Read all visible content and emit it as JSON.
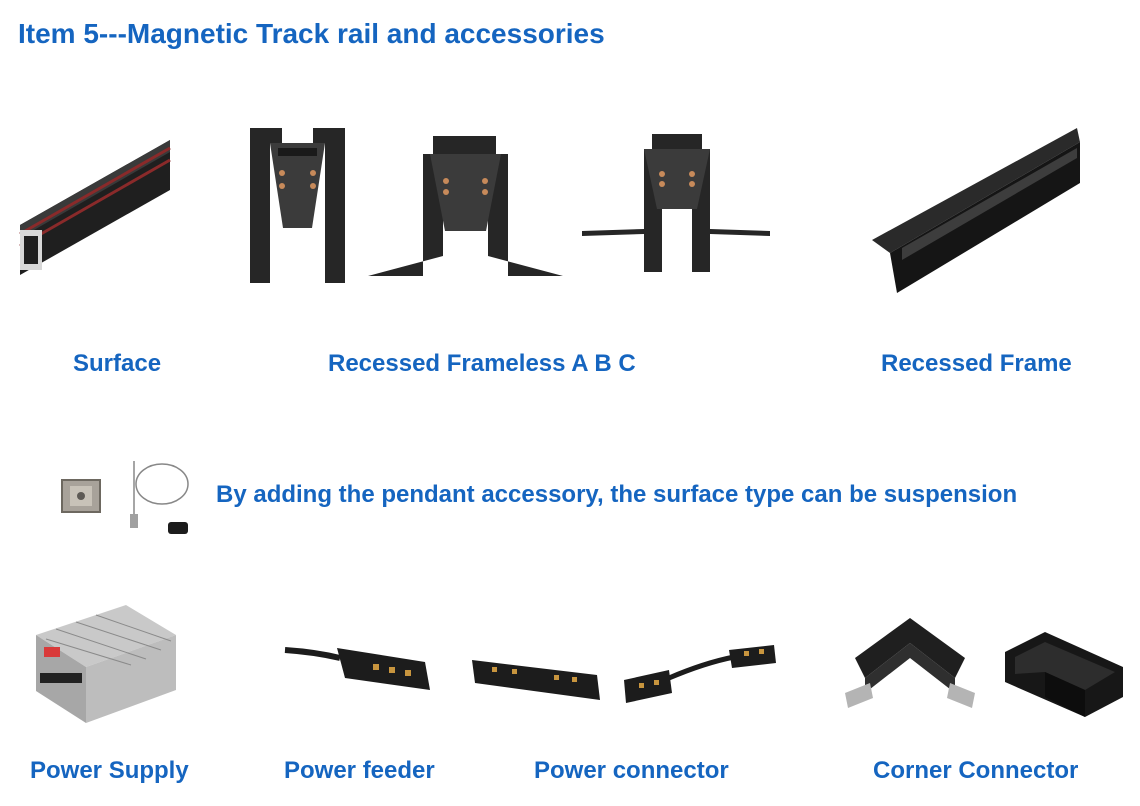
{
  "title": "Item 5---Magnetic Track rail and accessories",
  "row1": {
    "surface": "Surface",
    "recessed_frameless": "Recessed Frameless A B C",
    "recessed_frame": "Recessed Frame"
  },
  "pendant_note": "By adding the pendant accessory, the surface type can be suspension",
  "row3": {
    "power_supply": "Power Supply",
    "power_feeder": "Power feeder",
    "power_connector": "Power connector",
    "corner_connector": "Corner Connector"
  },
  "colors": {
    "heading_blue": "#1565c0",
    "product_black": "#1c1c1c",
    "accent_red": "#8a2a2a"
  },
  "icons": [
    "surface-track-rail-icon",
    "recessed-frameless-a-icon",
    "recessed-frameless-b-icon",
    "recessed-frameless-c-icon",
    "recessed-frame-rail-icon",
    "pendant-clip-icon",
    "pendant-cable-icon",
    "power-supply-icon",
    "power-feeder-icon",
    "power-connector-icon",
    "flexible-connector-icon",
    "corner-connector-icon",
    "recessed-corner-icon"
  ]
}
